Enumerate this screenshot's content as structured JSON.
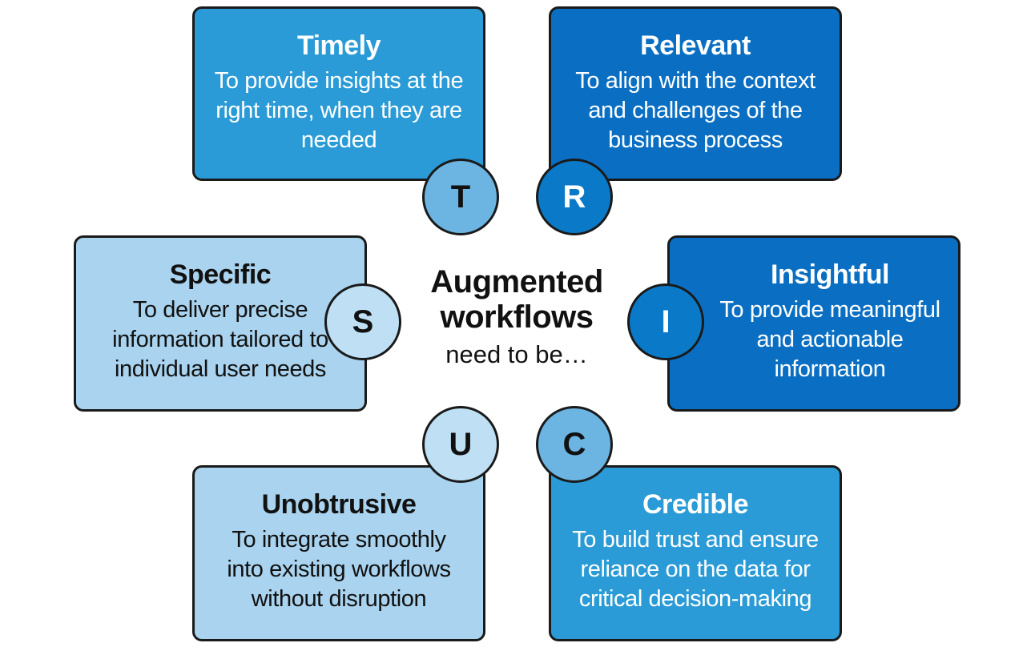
{
  "center": {
    "line1": "Augmented",
    "line2": "workflows",
    "line3": "need to be…"
  },
  "colors": {
    "medium_blue": "#2a9bd6",
    "dark_blue": "#0a6fc2",
    "light_blue": "#a9d3ee",
    "circle_light": "#bfe0f4",
    "circle_medium": "#6cb5e2",
    "circle_dark": "#0a7ac8",
    "border": "#1a1a1a"
  },
  "items": {
    "timely": {
      "letter": "T",
      "title": "Timely",
      "description": "To provide insights at the\nright time, when they are\nneeded"
    },
    "relevant": {
      "letter": "R",
      "title": "Relevant",
      "description": "To align with the context\nand challenges of the\nbusiness process"
    },
    "specific": {
      "letter": "S",
      "title": "Specific",
      "description": "To deliver precise\ninformation tailored to\nindividual user needs"
    },
    "insightful": {
      "letter": "I",
      "title": "Insightful",
      "description": "To provide meaningful\nand actionable\ninformation"
    },
    "unobtrusive": {
      "letter": "U",
      "title": "Unobtrusive",
      "description": "To integrate smoothly\ninto existing workflows\nwithout disruption"
    },
    "credible": {
      "letter": "C",
      "title": "Credible",
      "description": "To build trust and ensure\nreliance on the data for\ncritical decision-making"
    }
  }
}
